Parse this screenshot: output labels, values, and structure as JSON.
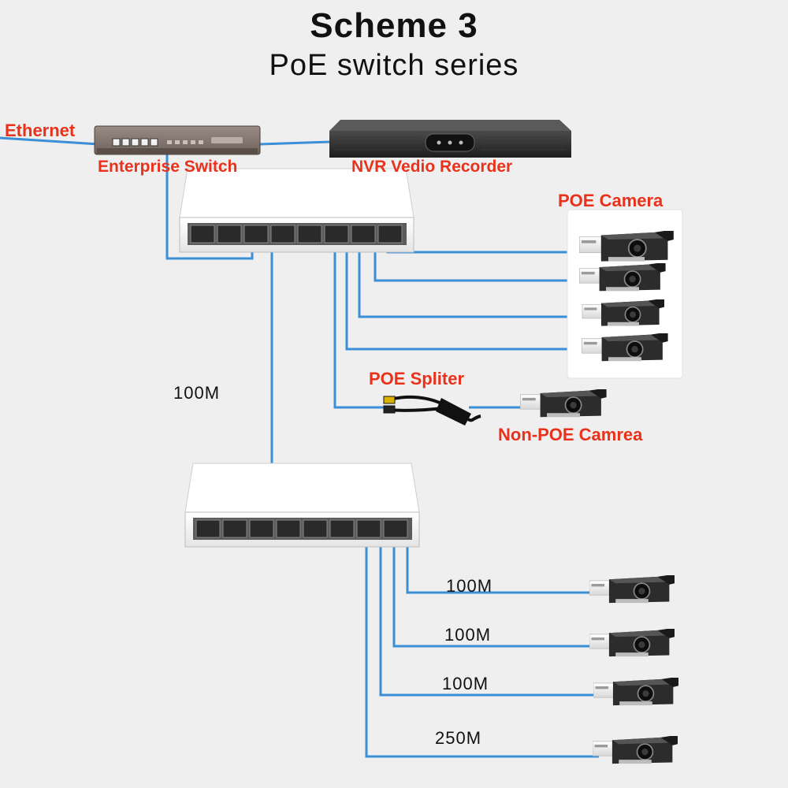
{
  "header": {
    "title": "Scheme 3",
    "subtitle": "PoE switch series"
  },
  "labels": {
    "ethernet": "Ethernet",
    "enterprise_switch": "Enterprise Switch",
    "nvr": "NVR Vedio Recorder",
    "poe_camera": "POE Camera",
    "poe_splitter": "POE Spliter",
    "non_poe_camera": "Non-POE Camrea"
  },
  "links": {
    "uplink_speed": "100M",
    "camera_speeds": [
      "100M",
      "100M",
      "100M",
      "250M"
    ]
  },
  "colors": {
    "cable": "#3a8fd6",
    "label_red": "#e8321c",
    "background": "#efefef"
  }
}
